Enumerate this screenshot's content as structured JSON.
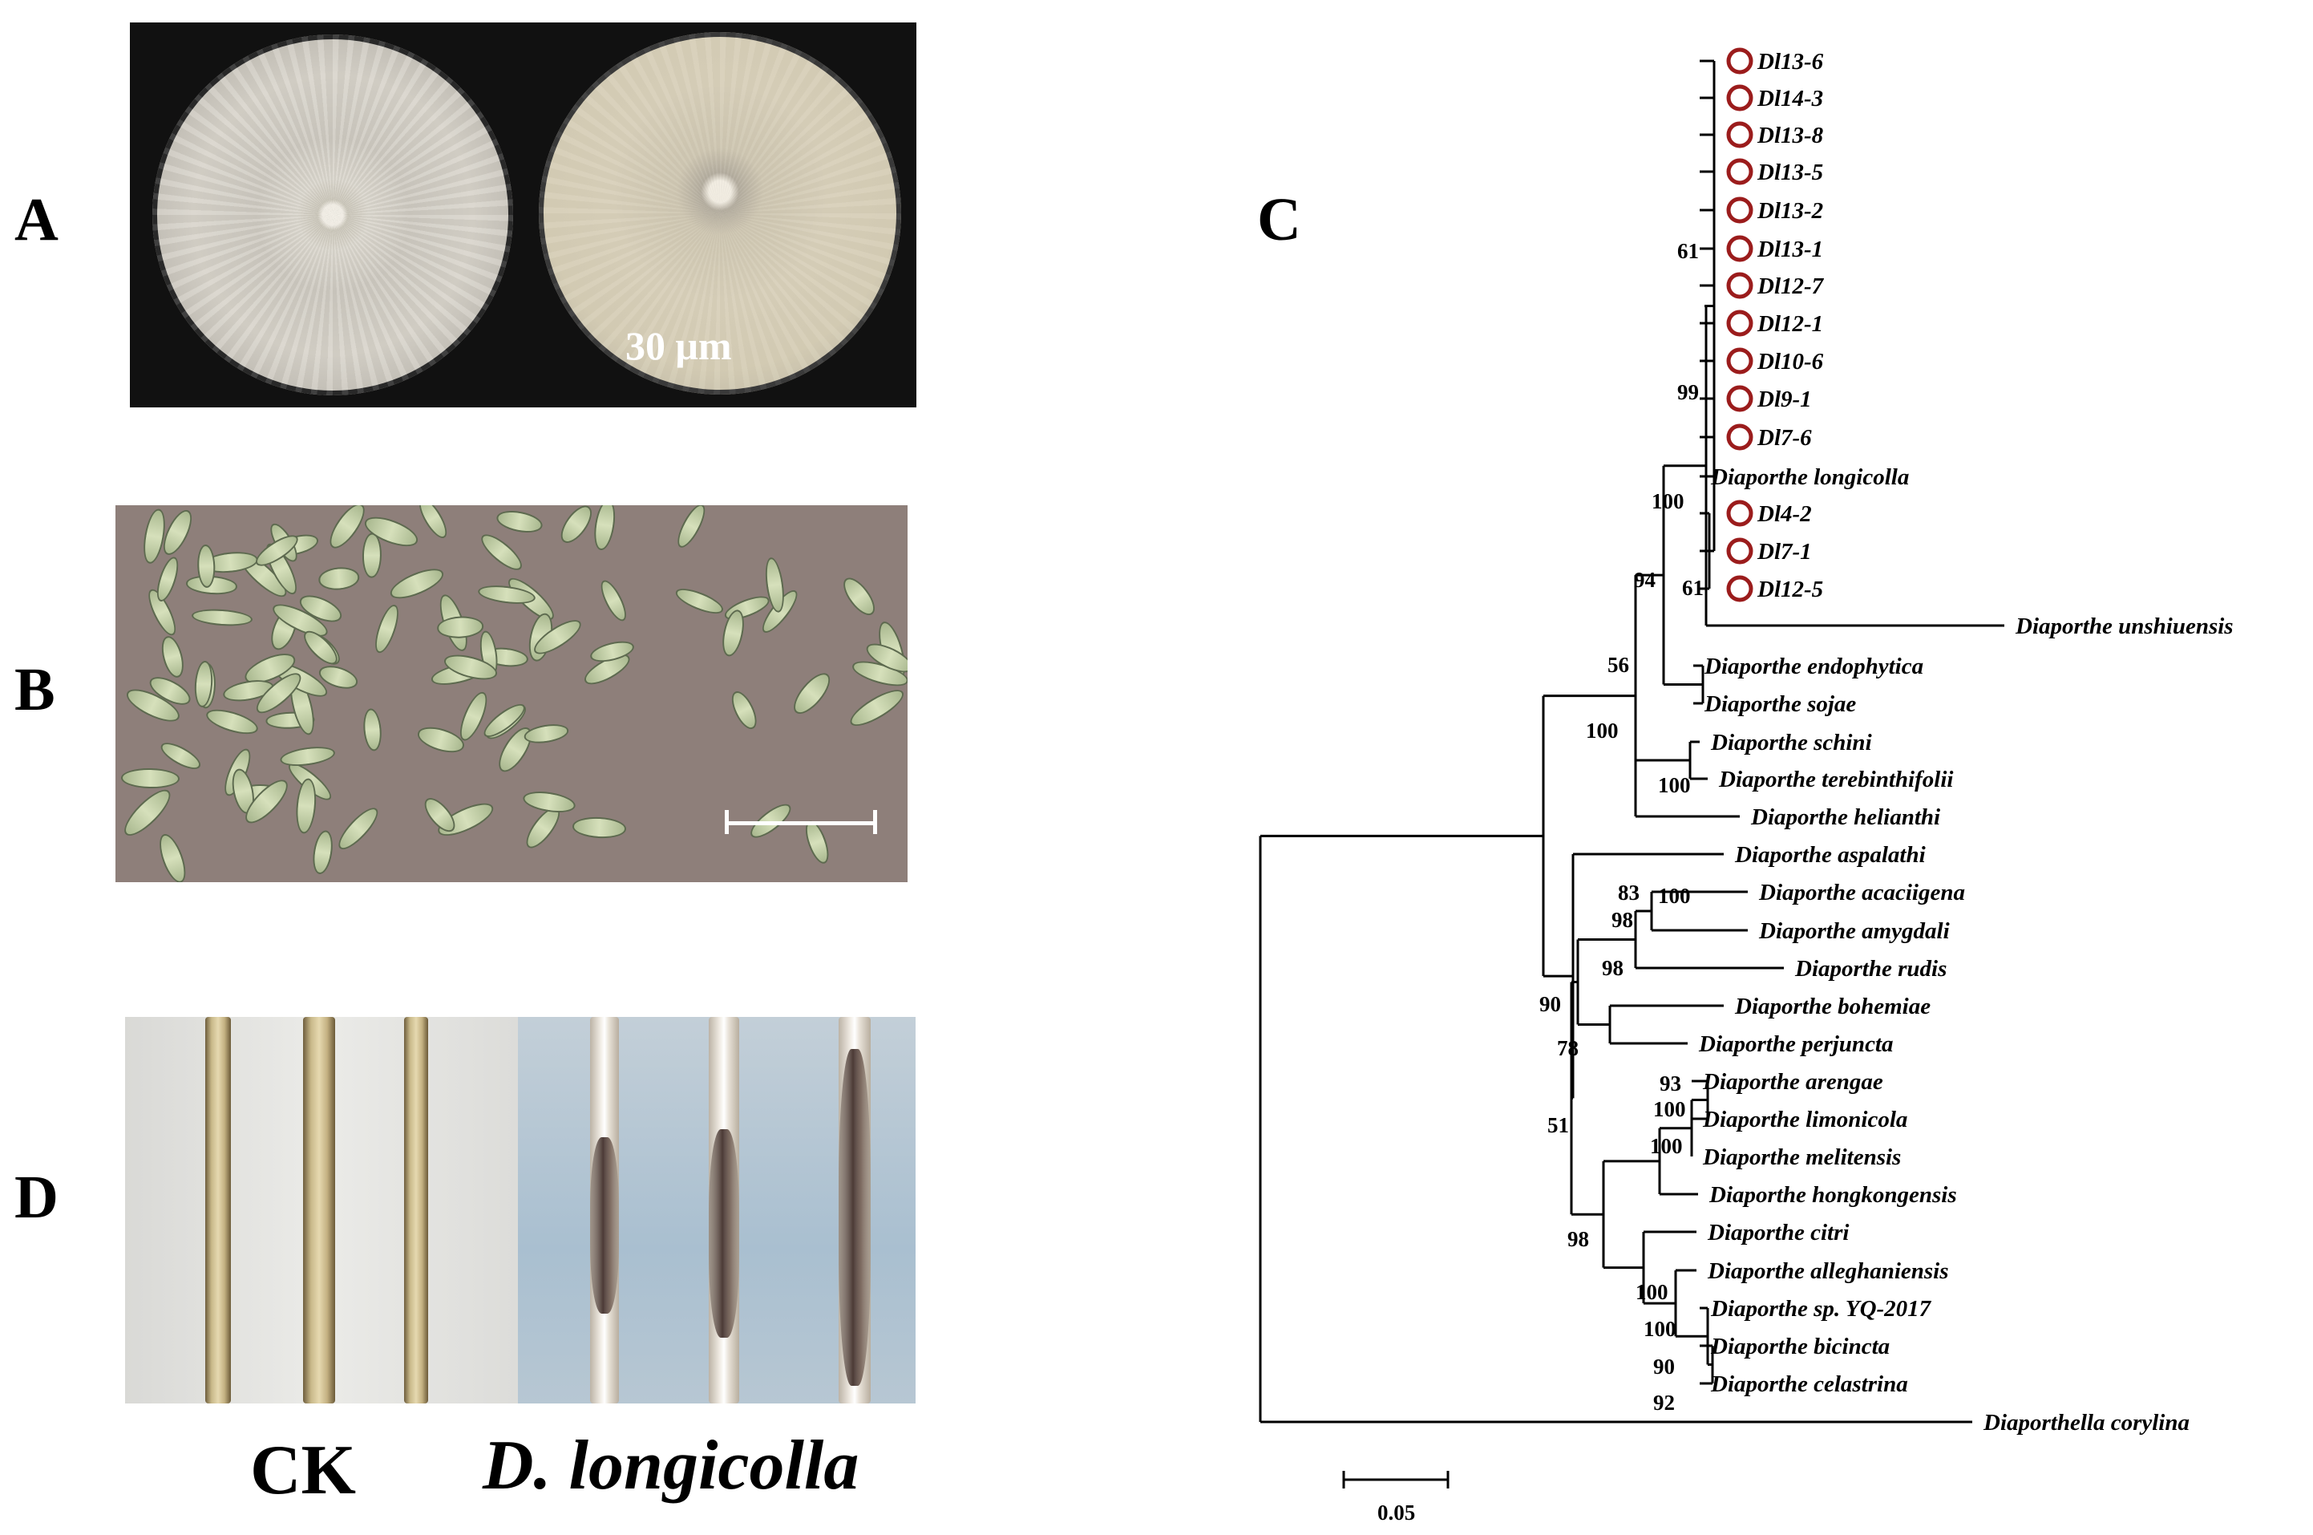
{
  "panels": {
    "a": "A",
    "b": "B",
    "c": "C",
    "d": "D"
  },
  "micrograph": {
    "scale_label": "30 μm"
  },
  "stem_panel": {
    "control_label": "CK",
    "treated_label": "D. longicolla"
  },
  "tree": {
    "scale_label": "0.05",
    "scale_value": 0.05,
    "marker_color": "#9b1c1c",
    "highlighted_isolates": [
      "Dl13-6",
      "Dl14-3",
      "Dl13-8",
      "Dl13-5",
      "Dl13-2",
      "Dl13-1",
      "Dl12-7",
      "Dl12-1",
      "Dl10-6",
      "Dl9-1",
      "Dl7-6",
      "Dl4-2",
      "Dl7-1",
      "Dl12-5"
    ],
    "taxa": [
      "Dl13-6",
      "Dl14-3",
      "Dl13-8",
      "Dl13-5",
      "Dl13-2",
      "Dl13-1",
      "Dl12-7",
      "Dl12-1",
      "Dl10-6",
      "Dl9-1",
      "Dl7-6",
      "Diaporthe longicolla",
      "Dl4-2",
      "Dl7-1",
      "Dl12-5",
      "Diaporthe unshiuensis",
      "Diaporthe endophytica",
      "Diaporthe sojae",
      "Diaporthe schini",
      "Diaporthe terebinthifolii",
      "Diaporthe helianthi",
      "Diaporthe aspalathi",
      "Diaporthe acaciigena",
      "Diaporthe amygdali",
      "Diaporthe rudis",
      "Diaporthe bohemiae",
      "Diaporthe perjuncta",
      "Diaporthe arengae",
      "Diaporthe limonicola",
      "Diaporthe melitensis",
      "Diaporthe hongkongensis",
      "Diaporthe citri",
      "Diaporthe alleghaniensis",
      "Diaporthe sp. YQ-2017",
      "Diaporthe bicincta",
      "Diaporthe celastrina",
      "Diaporthella corylina"
    ],
    "support_values": [
      "61",
      "99",
      "100",
      "61",
      "94",
      "56",
      "100",
      "100",
      "100",
      "83",
      "98",
      "98",
      "90",
      "78",
      "93",
      "100",
      "100",
      "51",
      "98",
      "100",
      "100",
      "90",
      "92"
    ]
  }
}
